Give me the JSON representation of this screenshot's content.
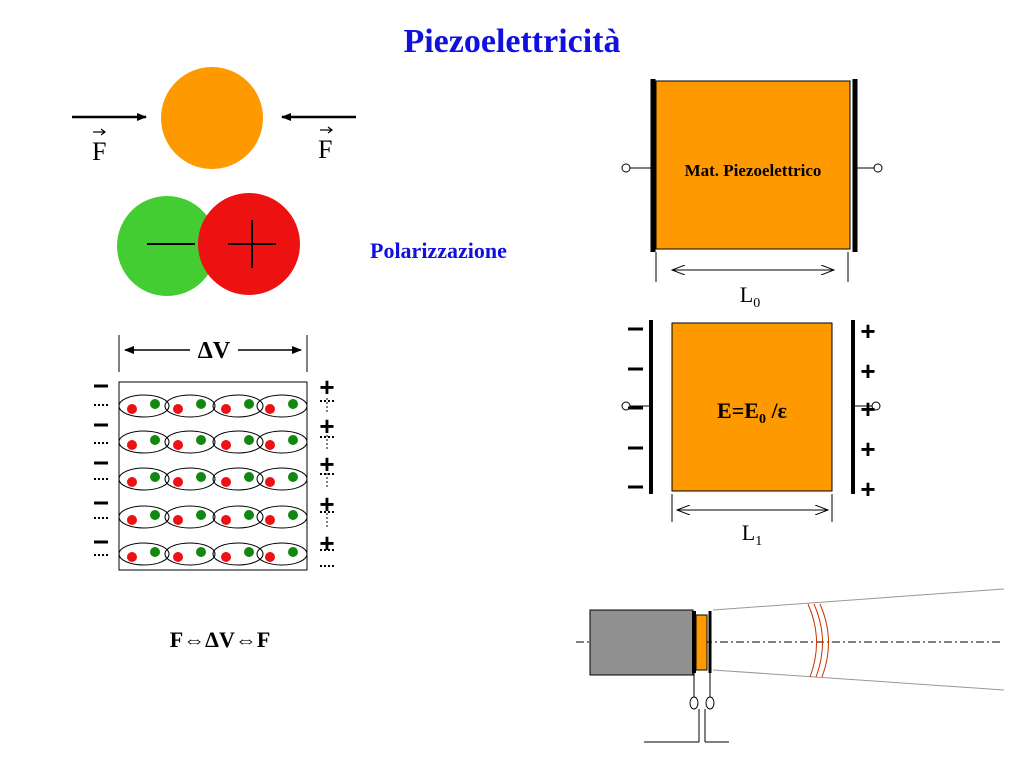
{
  "title": "Piezoelettricità",
  "colors": {
    "title": "#1010e0",
    "orange": "#ff9900",
    "green": "#44cc33",
    "red": "#ee1111",
    "dot_green": "#118811",
    "dot_red": "#ee1111",
    "gray": "#909090",
    "wave": "#cc3300"
  },
  "force_section": {
    "left_force_label": "F",
    "right_force_label": "F",
    "minus_symbol": "−",
    "plus_symbol": "+",
    "polarization_label": "Polarizzazione"
  },
  "crystal_section": {
    "delta_v_label": "ΔV",
    "equivalence_label": "F⇔ΔV⇔F",
    "left_charge": "−",
    "right_charge": "+"
  },
  "top_plate": {
    "material_label": "Mat. Piezoelettrico",
    "length_label": "L",
    "length_subscript": "0"
  },
  "bottom_plate": {
    "field_label_a": "E=E",
    "field_label_sub": "0",
    "field_label_b": " /ε",
    "length_label": "L",
    "length_subscript": "1",
    "left_charge": "−",
    "right_charge": "+"
  },
  "transducer": {
    "icon": "ultrasound-transducer-icon"
  }
}
